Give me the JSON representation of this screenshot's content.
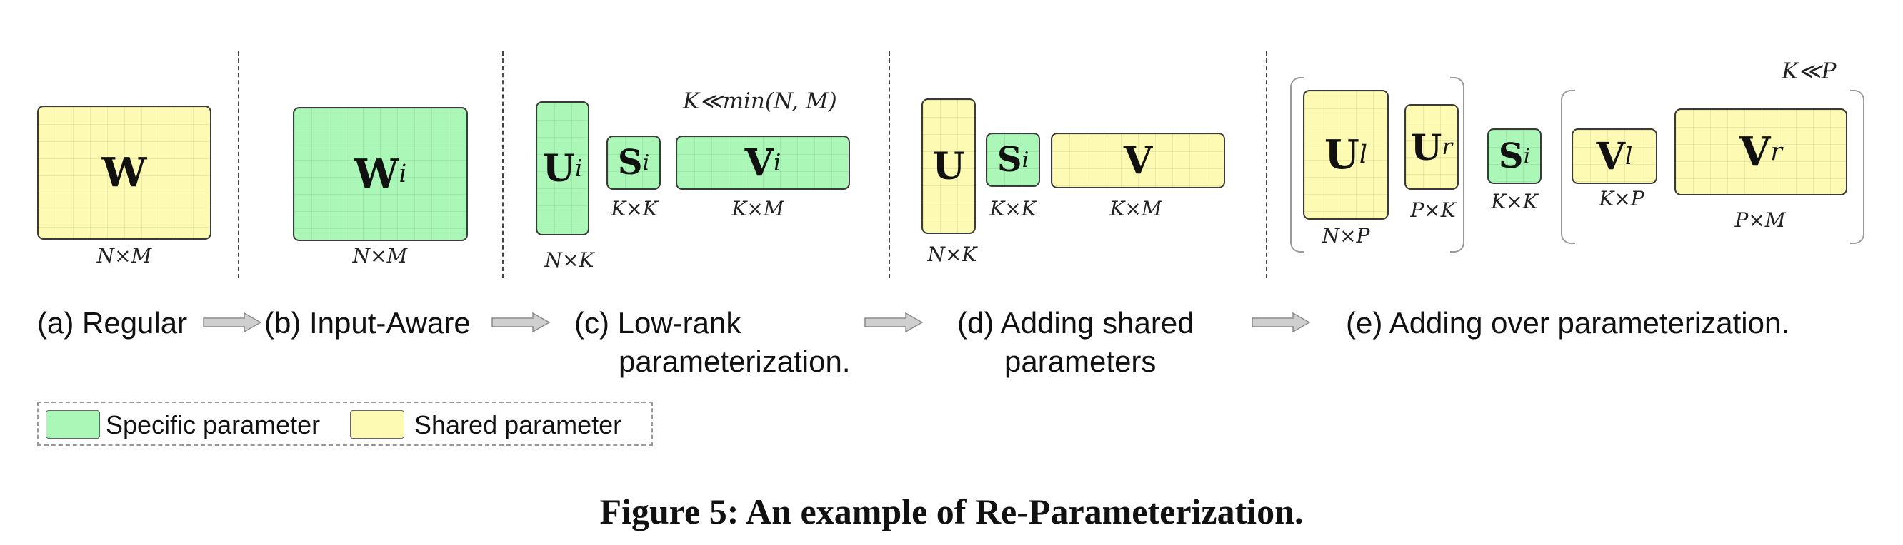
{
  "colors": {
    "specific": "#aaf7b8",
    "shared": "#fdfbb3",
    "arrow": "#cfcfcf"
  },
  "panels": {
    "a": {
      "w_label": "W",
      "dim": "N×M",
      "caption": "(a) Regular"
    },
    "b": {
      "w_label": "W",
      "w_sub": "i",
      "dim": "N×M",
      "caption": "(b) Input-Aware"
    },
    "c": {
      "u": "U",
      "u_sub": "i",
      "s": "S",
      "s_sub": "i",
      "v": "V",
      "v_sub": "i",
      "u_dim": "N×K",
      "s_dim": "K×K",
      "v_dim": "K×M",
      "note": "K≪min(N, M)",
      "caption_line1": "(c) Low-rank",
      "caption_line2": "parameterization."
    },
    "d": {
      "u": "U",
      "s": "S",
      "s_sub": "i",
      "v": "V",
      "u_dim": "N×K",
      "s_dim": "K×K",
      "v_dim": "K×M",
      "caption_line1": "(d) Adding shared",
      "caption_line2": "parameters"
    },
    "e": {
      "ul": "U",
      "ul_sup": "l",
      "ur": "U",
      "ur_sup": "r",
      "s": "S",
      "s_sub": "i",
      "vl": "V",
      "vl_sup": "l",
      "vr": "V",
      "vr_sup": "r",
      "ul_dim": "N×P",
      "ur_dim": "P×K",
      "s_dim": "K×K",
      "vl_dim": "K×P",
      "vr_dim": "P×M",
      "note": "K≪P",
      "caption": "(e) Adding over parameterization."
    }
  },
  "legend": {
    "specific_label": "Specific parameter",
    "shared_label": "Shared parameter"
  },
  "figure_caption": "Figure 5: An example of Re-Parameterization."
}
